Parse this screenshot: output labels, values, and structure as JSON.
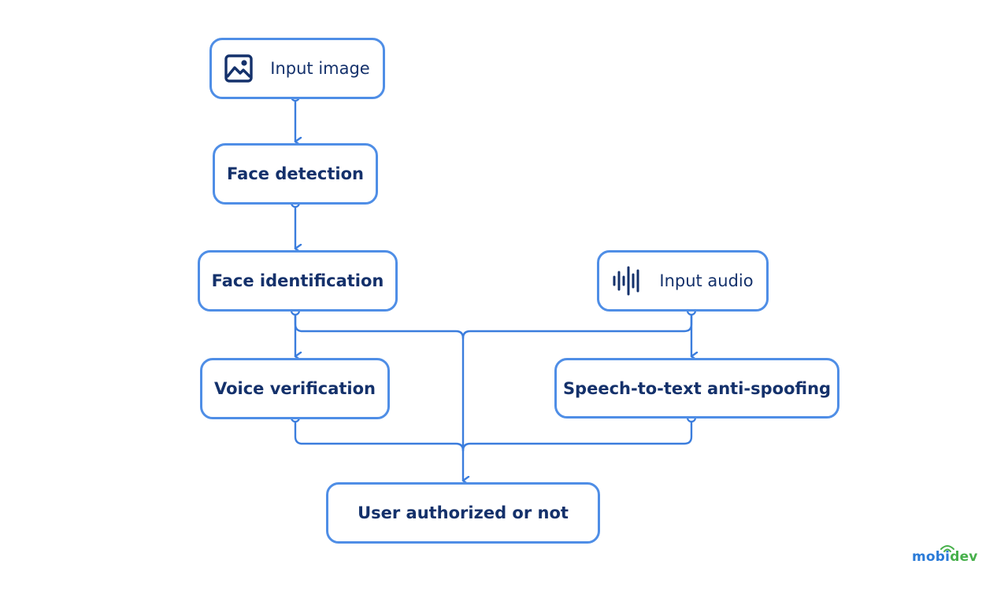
{
  "nodes": {
    "input_image": "Input image",
    "face_detection": "Face detection",
    "face_identification": "Face identification",
    "input_audio": "Input audio",
    "voice_verification": "Voice verification",
    "speech_to_text": "Speech-to-text anti-spoofing",
    "user_authorized": "User authorized or not"
  },
  "icons": {
    "input_image": "image-icon",
    "input_audio": "audio-waveform-icon"
  },
  "logo": {
    "part1": "mobi",
    "part2": "dev"
  },
  "colors": {
    "box_border": "#4f8ee6",
    "connector": "#3b7ddd",
    "text": "#14316b",
    "logo_blue": "#2a7bd8",
    "logo_green": "#47b04b"
  }
}
